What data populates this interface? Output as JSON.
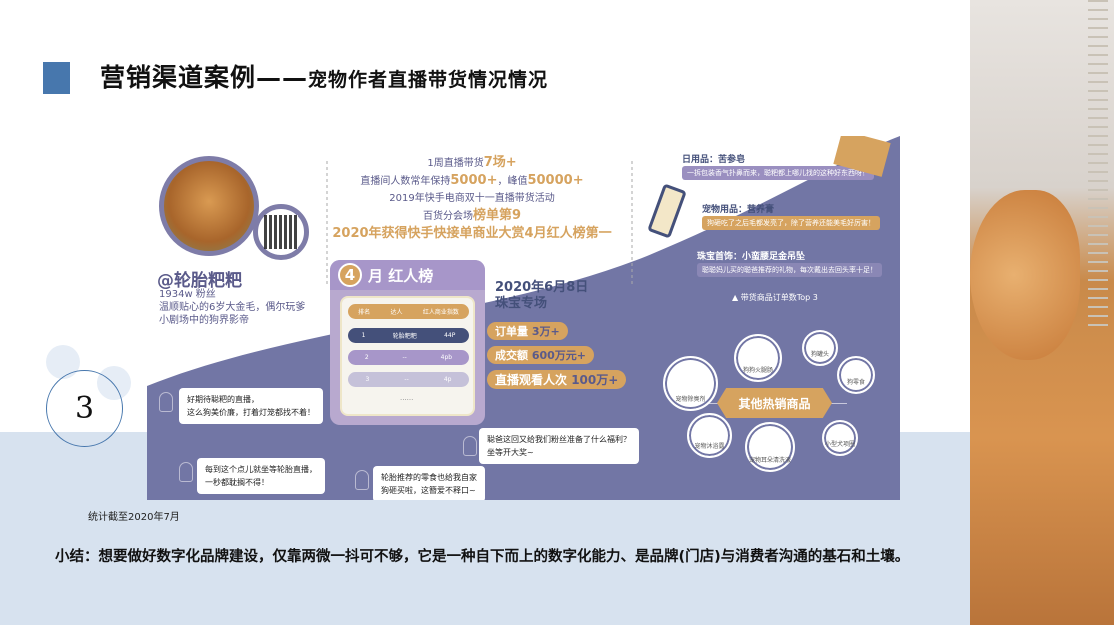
{
  "header": {
    "title_main": "营销渠道案例——",
    "title_sub": "宠物作者直播带货情况情况"
  },
  "slide_number": "3",
  "infographic": {
    "handle": "@轮胎粑粑",
    "fans": "1934w 粉丝",
    "desc_line1": "温顺贴心的6岁大金毛，偶尔玩爹",
    "desc_line2": "小剧场中的狗界影帝",
    "stats": {
      "l1_pre": "1周直播带货",
      "l1_hl": "7场+",
      "l2_pre": "直播间人数常年保持",
      "l2_hl1": "5000+",
      "l2_mid": "，峰值",
      "l2_hl2": "50000+",
      "l3": "2019年快手电商双十一直播带货活动",
      "l4_pre": "百货分会场",
      "l4_hl": "榜单第9",
      "l5": "2020年获得快手快接单商业大赏4月红人榜第一"
    },
    "rank": {
      "month": "4",
      "title": "月 红人榜",
      "cols": [
        "排名",
        "达人",
        "红人商业指数"
      ],
      "rows": [
        {
          "rank": "1",
          "name": "轮胎粑粑",
          "score": "44P"
        },
        {
          "rank": "2",
          "name": "--",
          "score": "4pb"
        },
        {
          "rank": "3",
          "name": "--",
          "score": "4p"
        }
      ],
      "more": "......"
    },
    "date": "2020年6月8日",
    "session": "珠宝专场",
    "metrics": [
      {
        "label": "订单量",
        "value": "3万+"
      },
      {
        "label": "成交额",
        "value": "600万元+"
      },
      {
        "label": "直播观看人次",
        "value": "100万+"
      }
    ],
    "products": [
      {
        "category": "日用品：苦参皂",
        "comment": "一拆包装香气扑鼻而来，聪粑都上哪儿找的这种好东西呀！"
      },
      {
        "category": "宠物用品：营养膏",
        "comment": "狗砸吃了之后毛都发亮了，除了营养还能美毛好厉害！"
      },
      {
        "category": "珠宝首饰：小蛮腰足金吊坠",
        "comment": "聪聪妈儿买的聪爸推荐的礼物，每次戴出去回头率十足！"
      }
    ],
    "top3": "▲ 带货商品订单数Top 3",
    "hot_title": "其他热销商品",
    "hot_items": [
      "宠物除臭剂",
      "狗狗火腿肠",
      "狗罐头",
      "狗零食",
      "宠物沐浴露",
      "宠物耳朵清洗液",
      "小型犬项圈"
    ],
    "bubbles": [
      {
        "l1": "好期待聪粑的直播，",
        "l2": "这么狗美价廉，打着灯笼都找不着！"
      },
      {
        "l1": "聪爸这回又给我们粉丝准备了什么福利？",
        "l2": "坐等开大奖~"
      },
      {
        "l1": "每到这个点儿就坐等轮胎直播，",
        "l2": "一秒都耽搁不得！"
      },
      {
        "l1": "轮胎推荐的零食也给我自家",
        "l2": "狗砸买啦，这簪爱不释口~"
      }
    ]
  },
  "note": "统计截至2020年7月",
  "summary": "小结：想要做好数字化品牌建设，仅靠两微一抖可不够，它是一种自下而上的数字化能力、是品牌(门店)与消费者沟通的基石和土壤。",
  "colors": {
    "accent": "#4777ad",
    "band": "#d7e2ef",
    "purple": "#7276a5",
    "gold": "#d6a35f"
  }
}
